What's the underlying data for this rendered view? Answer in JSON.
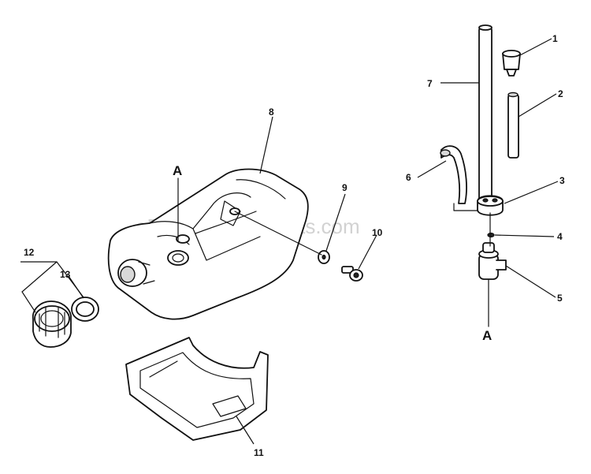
{
  "watermark": "eReplacementParts.com",
  "callouts": {
    "c1": "1",
    "c2": "2",
    "c3": "3",
    "c4": "4",
    "c5": "5",
    "c6": "6",
    "c7": "7",
    "c8": "8",
    "c9": "9",
    "c10": "10",
    "c11": "11",
    "c12": "12",
    "c13": "13"
  },
  "refs": {
    "left": "A",
    "right": "A"
  }
}
